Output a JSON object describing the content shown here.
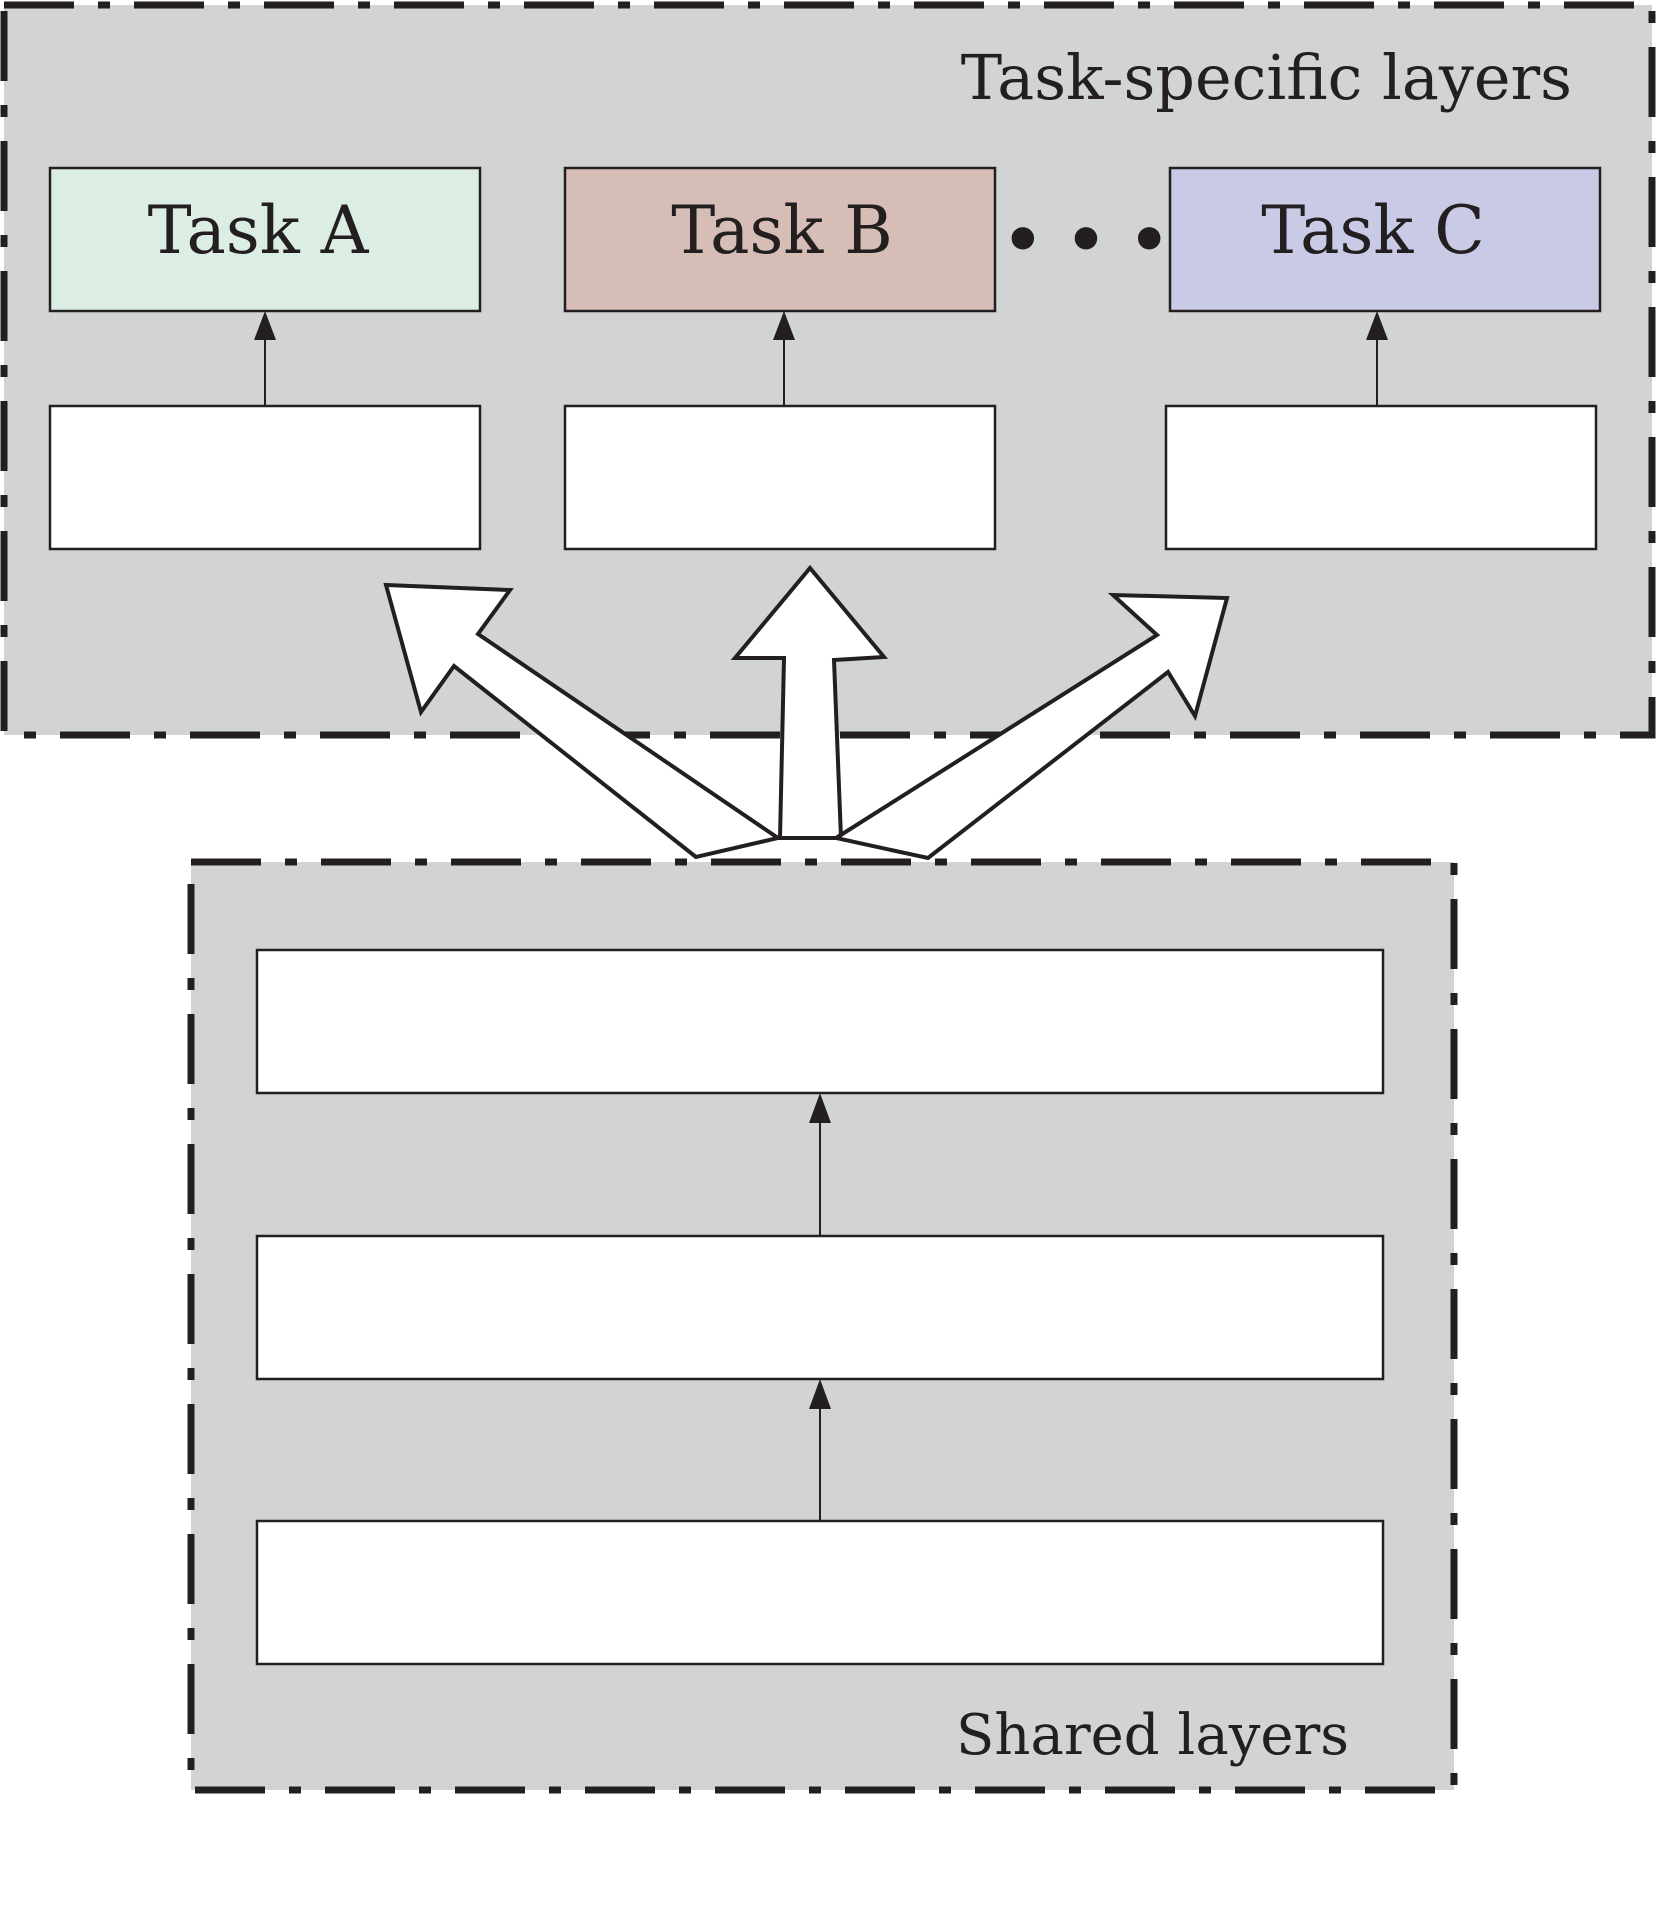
{
  "diagram": {
    "task_specific_group": {
      "label": "Task-specific layers",
      "tasks": [
        {
          "label": "Task A",
          "color": "#dcede4"
        },
        {
          "label": "Task B",
          "color": "#d6beb6"
        },
        {
          "label": "Task C",
          "color": "#c9cae6"
        }
      ],
      "ellipsis": "• • •"
    },
    "shared_group": {
      "label": "Shared layers",
      "layer_count": 3
    },
    "colors": {
      "group_background": "#d1d3d4",
      "stroke": "#231f20",
      "layer_fill": "#ffffff"
    }
  }
}
